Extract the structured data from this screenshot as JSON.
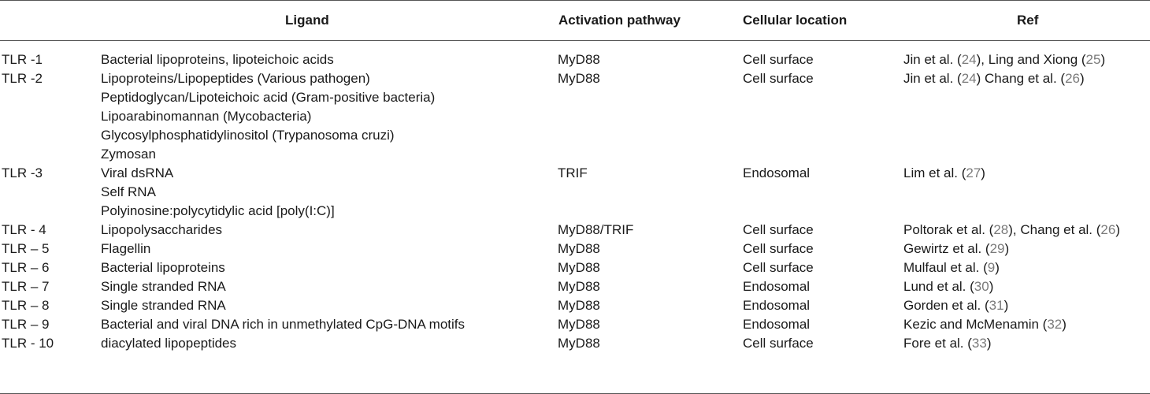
{
  "headers": {
    "receptor": "",
    "ligand": "Ligand",
    "pathway": "Activation pathway",
    "location": "Cellular location",
    "ref": "Ref"
  },
  "rows": [
    {
      "receptor": "TLR -1",
      "ligands": [
        "Bacterial lipoproteins, lipoteichoic acids"
      ],
      "pathway": "MyD88",
      "location": "Cell surface",
      "ref": [
        [
          "Jin et al. (",
          ""
        ],
        [
          "24",
          "n"
        ],
        [
          "), Ling and Xiong (",
          ""
        ],
        [
          "25",
          "n"
        ],
        [
          ")",
          ""
        ]
      ]
    },
    {
      "receptor": "TLR -2",
      "ligands": [
        "Lipoproteins/Lipopeptides (Various pathogen)",
        "Peptidoglycan/Lipoteichoic acid (Gram-positive bacteria)",
        "Lipoarabinomannan (Mycobacteria)",
        "Glycosylphosphatidylinositol (Trypanosoma cruzi)",
        "Zymosan"
      ],
      "pathway": "MyD88",
      "location": "Cell surface",
      "ref": [
        [
          "Jin et al. (",
          ""
        ],
        [
          "24",
          "n"
        ],
        [
          ") Chang et al. (",
          ""
        ],
        [
          "26",
          "n"
        ],
        [
          ")",
          ""
        ]
      ]
    },
    {
      "receptor": "TLR -3",
      "ligands": [
        "Viral dsRNA",
        "Self RNA",
        "Polyinosine:polycytidylic acid [poly(I:C)]"
      ],
      "pathway": "TRIF",
      "location": "Endosomal",
      "ref": [
        [
          "Lim et al. (",
          ""
        ],
        [
          "27",
          "n"
        ],
        [
          ")",
          ""
        ]
      ]
    },
    {
      "receptor": "TLR - 4",
      "ligands": [
        "Lipopolysaccharides"
      ],
      "pathway": "MyD88/TRIF",
      "location": "Cell surface",
      "ref": [
        [
          "Poltorak et al. (",
          ""
        ],
        [
          "28",
          "n"
        ],
        [
          "), Chang et al. (",
          ""
        ],
        [
          "26",
          "n"
        ],
        [
          ")",
          ""
        ]
      ]
    },
    {
      "receptor": "TLR – 5",
      "ligands": [
        "Flagellin"
      ],
      "pathway": "MyD88",
      "location": "Cell surface",
      "ref": [
        [
          "Gewirtz et al. (",
          ""
        ],
        [
          "29",
          "n"
        ],
        [
          ")",
          ""
        ]
      ]
    },
    {
      "receptor": "TLR – 6",
      "ligands": [
        "Bacterial lipoproteins"
      ],
      "pathway": "MyD88",
      "location": "Cell surface",
      "ref": [
        [
          "Mulfaul et al. (",
          ""
        ],
        [
          "9",
          "n"
        ],
        [
          ")",
          ""
        ]
      ]
    },
    {
      "receptor": "TLR – 7",
      "ligands": [
        "Single stranded RNA"
      ],
      "pathway": "MyD88",
      "location": "Endosomal",
      "ref": [
        [
          "Lund et al. (",
          ""
        ],
        [
          "30",
          "n"
        ],
        [
          ")",
          ""
        ]
      ]
    },
    {
      "receptor": "TLR – 8",
      "ligands": [
        "Single stranded RNA"
      ],
      "pathway": "MyD88",
      "location": "Endosomal",
      "ref": [
        [
          "Gorden et al. (",
          ""
        ],
        [
          "31",
          "n"
        ],
        [
          ")",
          ""
        ]
      ]
    },
    {
      "receptor": "TLR – 9",
      "ligands": [
        "Bacterial and viral DNA rich in unmethylated CpG-DNA motifs"
      ],
      "pathway": "MyD88",
      "location": "Endosomal",
      "ref": [
        [
          "Kezic and McMenamin (",
          ""
        ],
        [
          "32",
          "n"
        ],
        [
          ")",
          ""
        ]
      ]
    },
    {
      "receptor": "TLR - 10",
      "ligands": [
        "diacylated lipopeptides"
      ],
      "pathway": "MyD88",
      "location": "Cell surface",
      "ref": [
        [
          "Fore et al. (",
          ""
        ],
        [
          "33",
          "n"
        ],
        [
          ")",
          ""
        ]
      ]
    }
  ],
  "colors": {
    "text": "#1a1a1a",
    "ref_number": "#7a7a7a",
    "rule": "#555555"
  }
}
